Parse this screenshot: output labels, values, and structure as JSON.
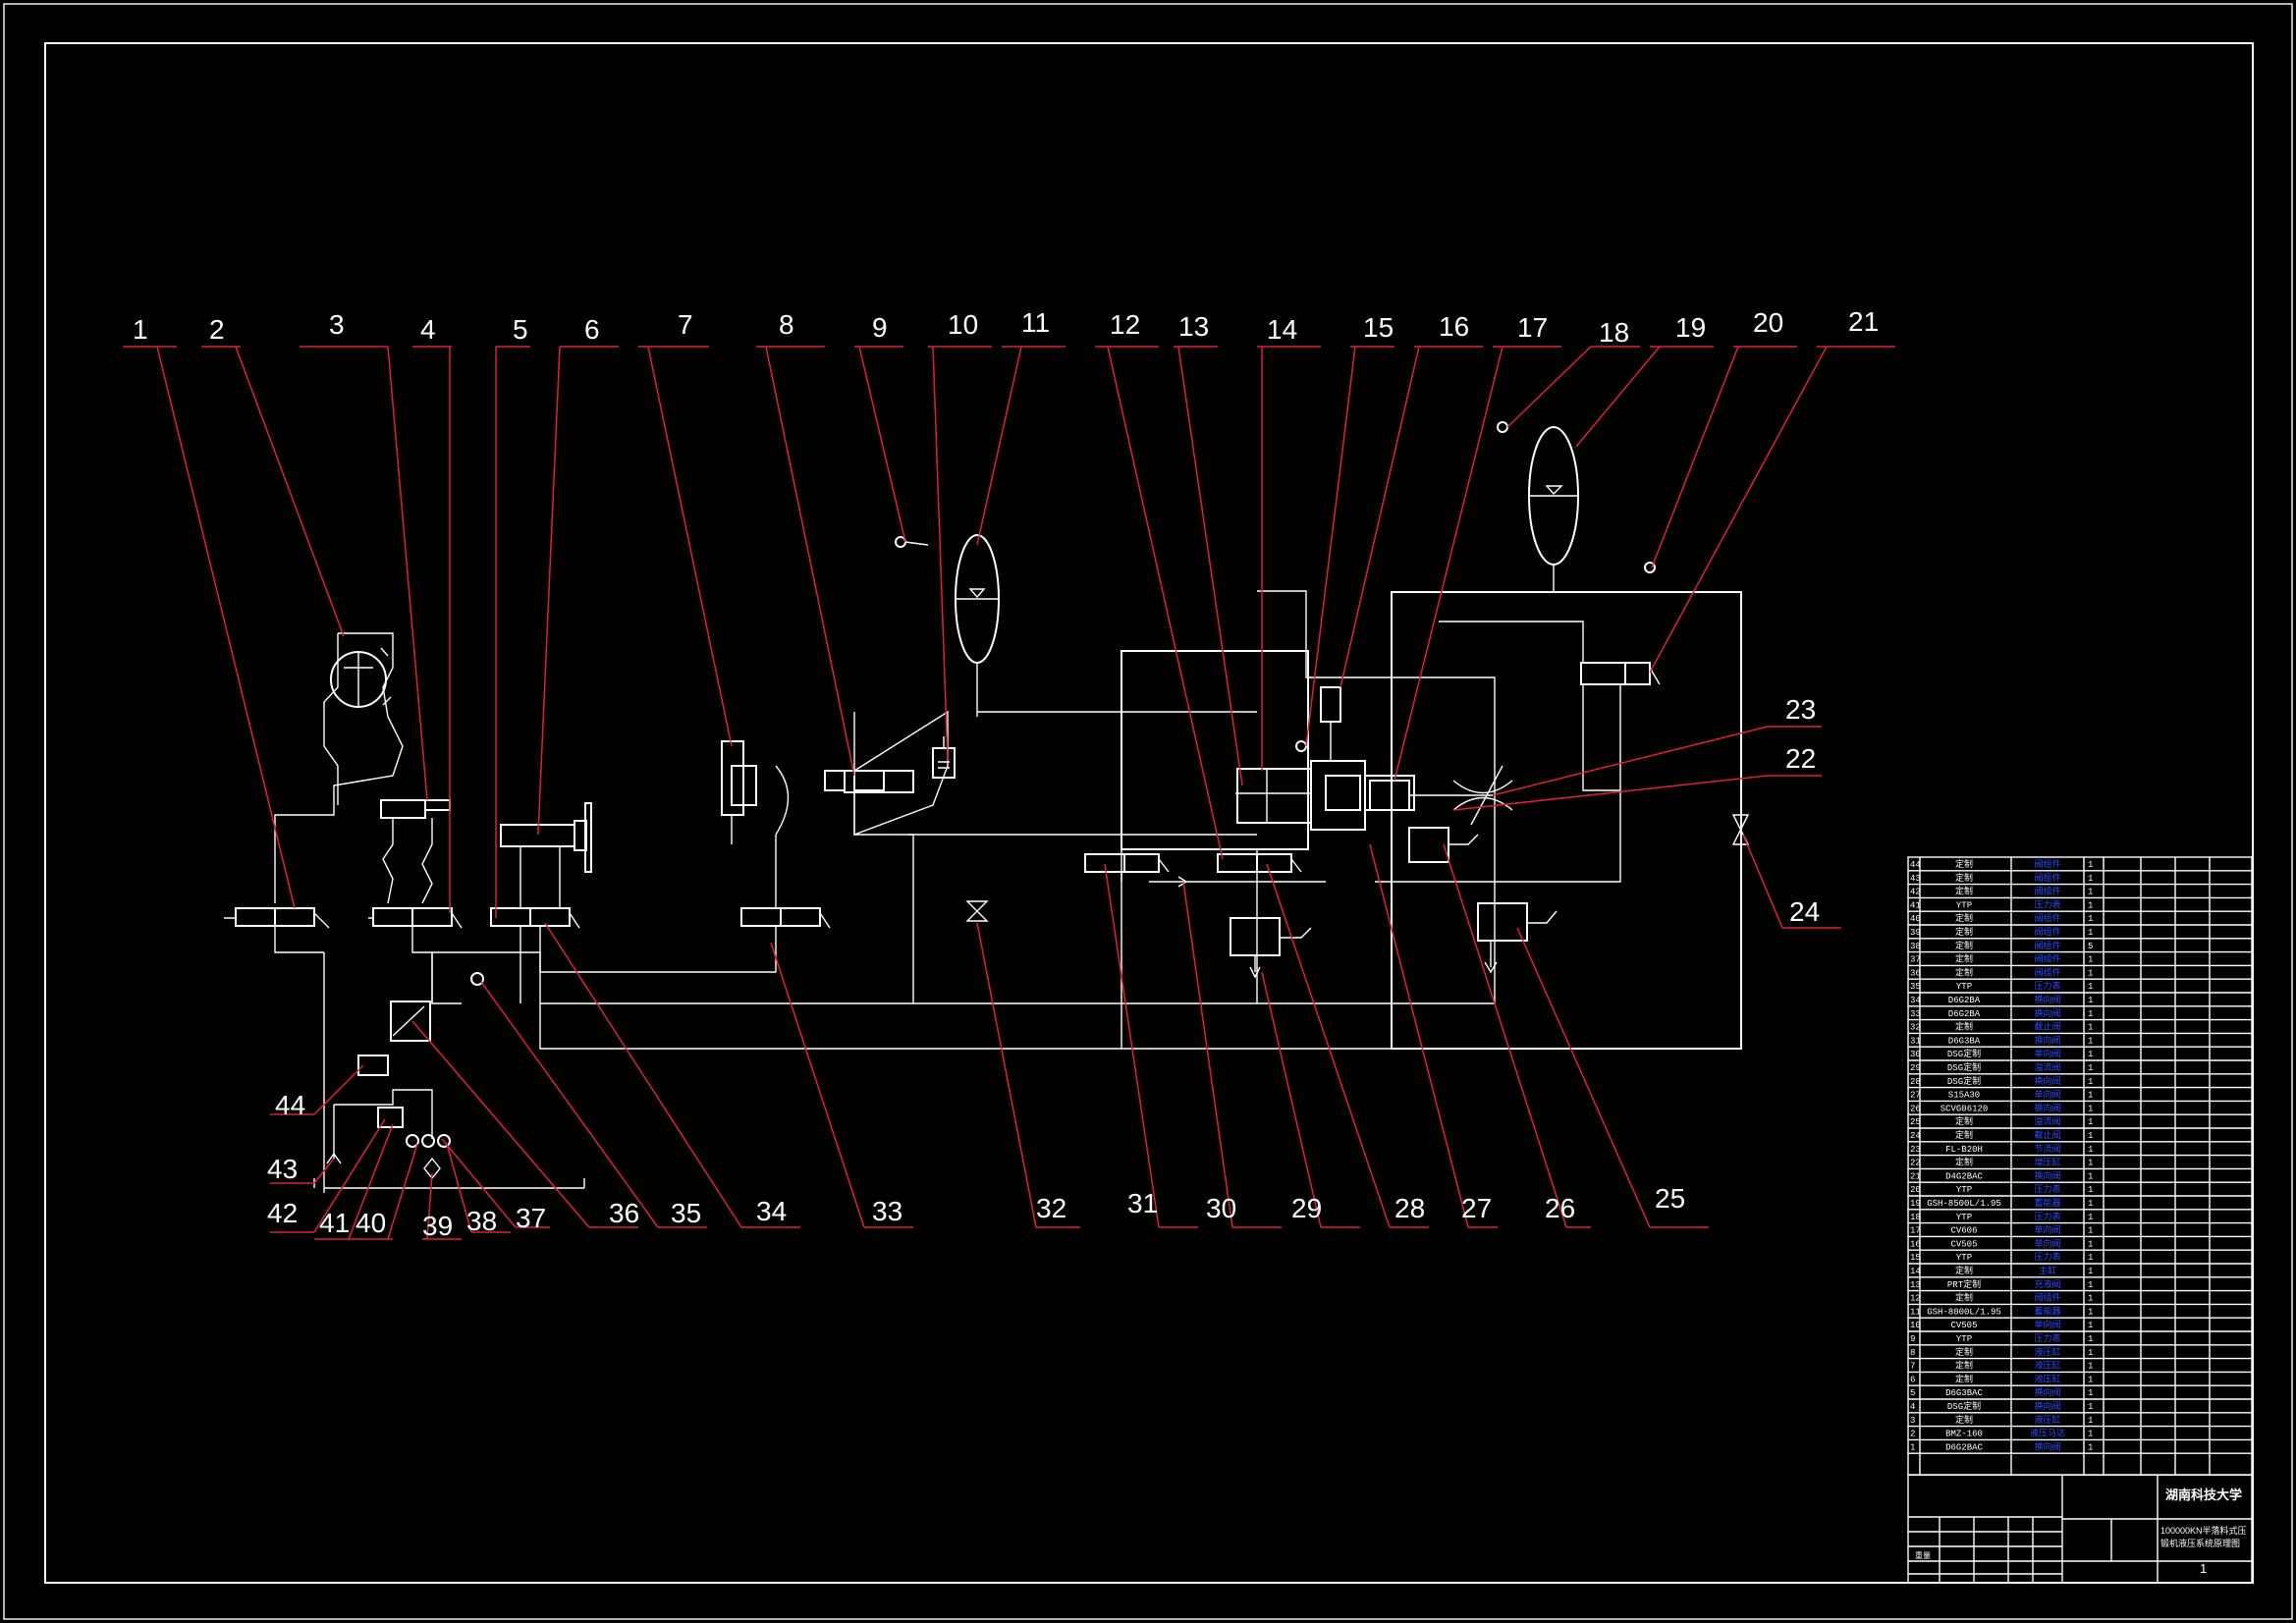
{
  "title_block": {
    "school": "湖南科技大学",
    "drawing_title_line1": "100000KN半落料式压",
    "drawing_title_line2": "锻机液压系统原理图",
    "sheet": "1",
    "footer_label": "重量"
  },
  "callouts": [
    "1",
    "2",
    "3",
    "4",
    "5",
    "6",
    "7",
    "8",
    "9",
    "10",
    "11",
    "12",
    "13",
    "14",
    "15",
    "16",
    "17",
    "18",
    "19",
    "20",
    "21",
    "22",
    "23",
    "24",
    "25",
    "26",
    "27",
    "28",
    "29",
    "30",
    "31",
    "32",
    "33",
    "34",
    "35",
    "36",
    "37",
    "38",
    "39",
    "40",
    "41",
    "42",
    "43",
    "44"
  ],
  "bom_rows": [
    {
      "no": "44",
      "code": "定制",
      "name": "阀组件",
      "qty": "1"
    },
    {
      "no": "43",
      "code": "定制",
      "name": "阀组件",
      "qty": "1"
    },
    {
      "no": "42",
      "code": "定制",
      "name": "阀组件",
      "qty": "1"
    },
    {
      "no": "41",
      "code": "YTP",
      "name": "压力表",
      "qty": "1"
    },
    {
      "no": "40",
      "code": "定制",
      "name": "阀组件",
      "qty": "1"
    },
    {
      "no": "39",
      "code": "定制",
      "name": "阀组件",
      "qty": "1"
    },
    {
      "no": "38",
      "code": "定制",
      "name": "阀组件",
      "qty": "5"
    },
    {
      "no": "37",
      "code": "定制",
      "name": "阀组件",
      "qty": "1"
    },
    {
      "no": "36",
      "code": "定制",
      "name": "阀组件",
      "qty": "1"
    },
    {
      "no": "35",
      "code": "YTP",
      "name": "压力表",
      "qty": "1"
    },
    {
      "no": "34",
      "code": "D6G2BA",
      "name": "换向阀",
      "qty": "1"
    },
    {
      "no": "33",
      "code": "D6G2BA",
      "name": "换向阀",
      "qty": "1"
    },
    {
      "no": "32",
      "code": "定制",
      "name": "截止阀",
      "qty": "1"
    },
    {
      "no": "31",
      "code": "D6G3BA",
      "name": "换向阀",
      "qty": "1"
    },
    {
      "no": "30",
      "code": "DSG定制",
      "name": "单向阀",
      "qty": "1"
    },
    {
      "no": "29",
      "code": "DSG定制",
      "name": "溢流阀",
      "qty": "1"
    },
    {
      "no": "28",
      "code": "DSG定制",
      "name": "换向阀",
      "qty": "1"
    },
    {
      "no": "27",
      "code": "S15A30",
      "name": "单向阀",
      "qty": "1"
    },
    {
      "no": "26",
      "code": "SCVG06120",
      "name": "换向阀",
      "qty": "1"
    },
    {
      "no": "25",
      "code": "定制",
      "name": "溢流阀",
      "qty": "1"
    },
    {
      "no": "24",
      "code": "定制",
      "name": "截止阀",
      "qty": "1"
    },
    {
      "no": "23",
      "code": "FL-B20H",
      "name": "节流阀",
      "qty": "1"
    },
    {
      "no": "22",
      "code": "定制",
      "name": "增压缸",
      "qty": "1"
    },
    {
      "no": "21",
      "code": "D4G2BAC",
      "name": "换向阀",
      "qty": "1"
    },
    {
      "no": "20",
      "code": "YTP",
      "name": "压力表",
      "qty": "1"
    },
    {
      "no": "19",
      "code": "GSH-8500L/1.95",
      "name": "蓄能器",
      "qty": "1"
    },
    {
      "no": "18",
      "code": "YTP",
      "name": "压力表",
      "qty": "1"
    },
    {
      "no": "17",
      "code": "CV606",
      "name": "单向阀",
      "qty": "1"
    },
    {
      "no": "16",
      "code": "CV505",
      "name": "单向阀",
      "qty": "1"
    },
    {
      "no": "15",
      "code": "YTP",
      "name": "压力表",
      "qty": "1"
    },
    {
      "no": "14",
      "code": "定制",
      "name": "主缸",
      "qty": "1"
    },
    {
      "no": "13",
      "code": "PRT定制",
      "name": "充液阀",
      "qty": "1"
    },
    {
      "no": "12",
      "code": "定制",
      "name": "阀组件",
      "qty": "1"
    },
    {
      "no": "11",
      "code": "GSH-8000L/1.95",
      "name": "蓄能器",
      "qty": "1"
    },
    {
      "no": "10",
      "code": "CV505",
      "name": "单向阀",
      "qty": "1"
    },
    {
      "no": "9",
      "code": "YTP",
      "name": "压力表",
      "qty": "1"
    },
    {
      "no": "8",
      "code": "定制",
      "name": "液压缸",
      "qty": "1"
    },
    {
      "no": "7",
      "code": "定制",
      "name": "液压缸",
      "qty": "1"
    },
    {
      "no": "6",
      "code": "定制",
      "name": "液压缸",
      "qty": "1"
    },
    {
      "no": "5",
      "code": "D6G3BAC",
      "name": "换向阀",
      "qty": "1"
    },
    {
      "no": "4",
      "code": "DSG定制",
      "name": "换向阀",
      "qty": "1"
    },
    {
      "no": "3",
      "code": "定制",
      "name": "液压缸",
      "qty": "1"
    },
    {
      "no": "2",
      "code": "BMZ-160",
      "name": "液压马达",
      "qty": "1"
    },
    {
      "no": "1",
      "code": "D6G2BAC",
      "name": "换向阀",
      "qty": "1"
    }
  ]
}
